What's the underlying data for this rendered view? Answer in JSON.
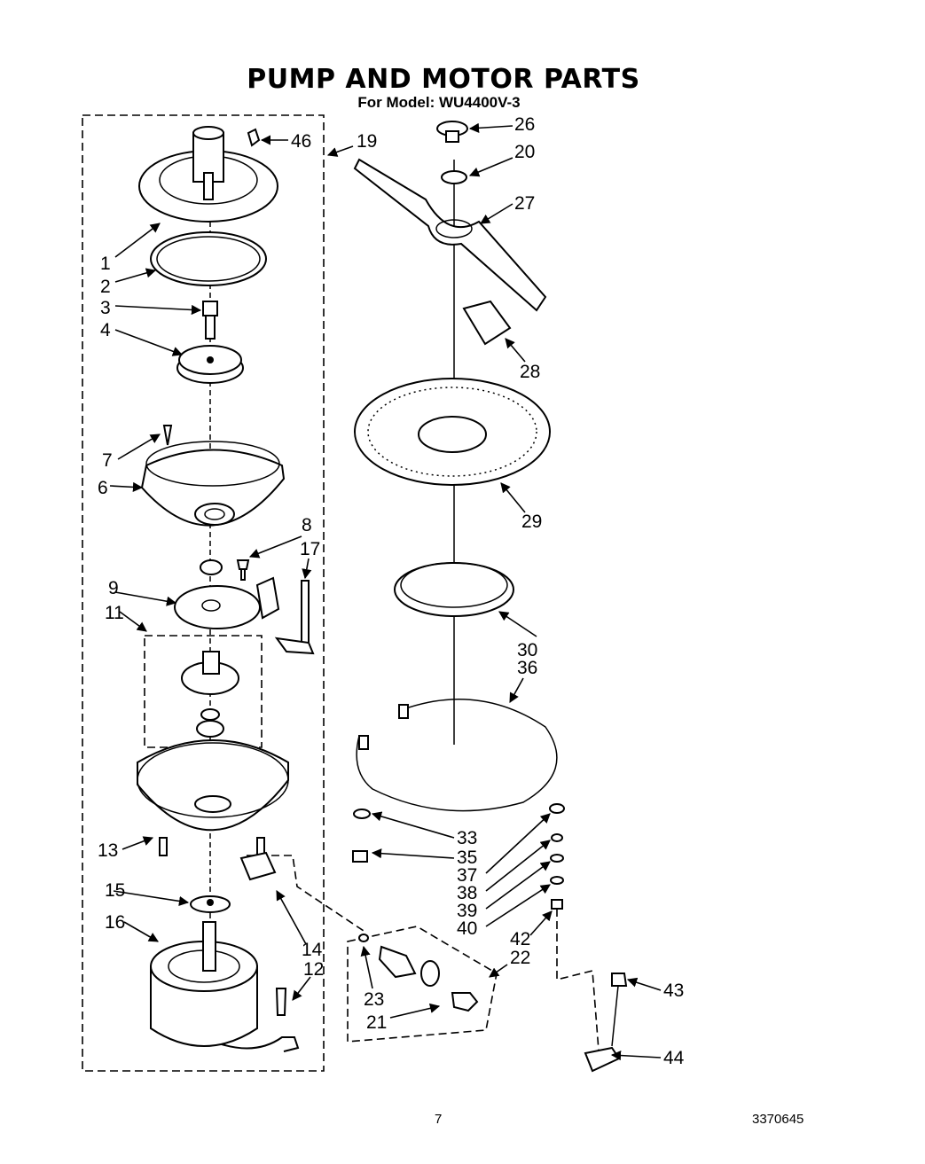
{
  "header": {
    "title": "PUMP AND MOTOR PARTS",
    "model_line": "For Model: WU4400V-3"
  },
  "footer": {
    "page_number": "7",
    "doc_number": "3370645"
  },
  "callouts": {
    "c1": "1",
    "c2": "2",
    "c3": "3",
    "c4": "4",
    "c6": "6",
    "c7": "7",
    "c8": "8",
    "c9": "9",
    "c11": "11",
    "c12": "12",
    "c13": "13",
    "c14": "14",
    "c15": "15",
    "c16": "16",
    "c17": "17",
    "c19": "19",
    "c20": "20",
    "c21": "21",
    "c22": "22",
    "c23": "23",
    "c26": "26",
    "c27": "27",
    "c28": "28",
    "c29": "29",
    "c30": "30",
    "c33": "33",
    "c35": "35",
    "c36": "36",
    "c37": "37",
    "c38": "38",
    "c39": "39",
    "c40": "40",
    "c42": "42",
    "c43": "43",
    "c44": "44",
    "c46": "46"
  }
}
